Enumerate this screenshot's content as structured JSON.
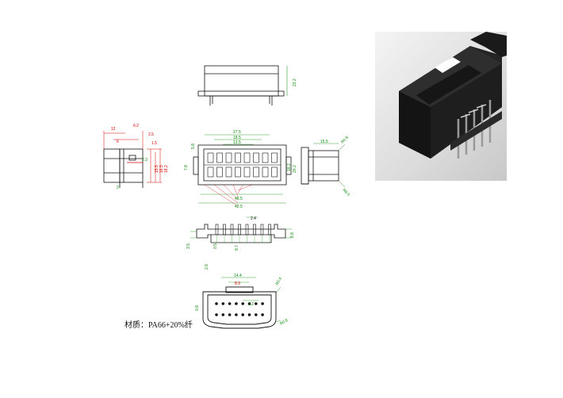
{
  "material_label": "材质：PA66+20%纤",
  "colors": {
    "outline": "#111111",
    "dim_red": "#d40000",
    "dim_green": "#0a8a0a",
    "plastic": "#1c1c1c"
  },
  "views": {
    "top": {
      "dims": [
        "23.2"
      ]
    },
    "side": {
      "dims": [
        "12",
        "6.2",
        "2.5",
        "6",
        "1.5",
        "2.3",
        "15.5",
        "16.5",
        "18.2",
        "2"
      ]
    },
    "front": {
      "dims": [
        "27.5",
        "18.5",
        "13.5",
        "5.8",
        "7.8",
        "20.2",
        "18.2",
        "48.5",
        "42.5"
      ]
    },
    "right": {
      "dims": [
        "15.5",
        "R0.8",
        "R0.5"
      ]
    },
    "section": {
      "dims": [
        "2.4",
        "8.7",
        "3.5",
        "0.5",
        "8.8",
        "2.6"
      ]
    },
    "bottom": {
      "dims": [
        "14.4",
        "8.9",
        "R0.4",
        "1.2",
        "0.8",
        "R0.8"
      ]
    }
  }
}
